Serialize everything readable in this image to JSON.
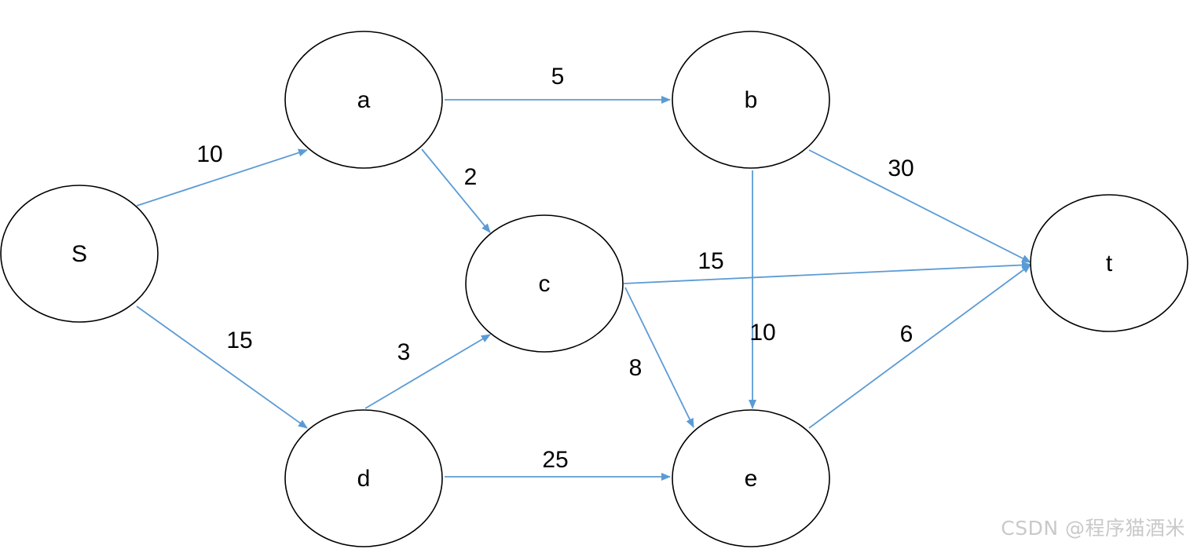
{
  "colors": {
    "edge": "#5b9bd5",
    "node_stroke": "#000000",
    "text": "#000000",
    "watermark": "#c9c9c9"
  },
  "nodes": [
    {
      "id": "S",
      "label": "S"
    },
    {
      "id": "a",
      "label": "a"
    },
    {
      "id": "b",
      "label": "b"
    },
    {
      "id": "c",
      "label": "c"
    },
    {
      "id": "d",
      "label": "d"
    },
    {
      "id": "e",
      "label": "e"
    },
    {
      "id": "t",
      "label": "t"
    }
  ],
  "edges": [
    {
      "from": "S",
      "to": "a",
      "weight": "10"
    },
    {
      "from": "S",
      "to": "d",
      "weight": "15"
    },
    {
      "from": "a",
      "to": "b",
      "weight": "5"
    },
    {
      "from": "a",
      "to": "c",
      "weight": "2"
    },
    {
      "from": "b",
      "to": "t",
      "weight": "30"
    },
    {
      "from": "b",
      "to": "e",
      "weight": "10"
    },
    {
      "from": "c",
      "to": "t",
      "weight": "15"
    },
    {
      "from": "c",
      "to": "e",
      "weight": "8"
    },
    {
      "from": "d",
      "to": "c",
      "weight": "3"
    },
    {
      "from": "d",
      "to": "e",
      "weight": "25"
    },
    {
      "from": "e",
      "to": "t",
      "weight": "6"
    }
  ],
  "watermark": "CSDN @程序猫酒米"
}
